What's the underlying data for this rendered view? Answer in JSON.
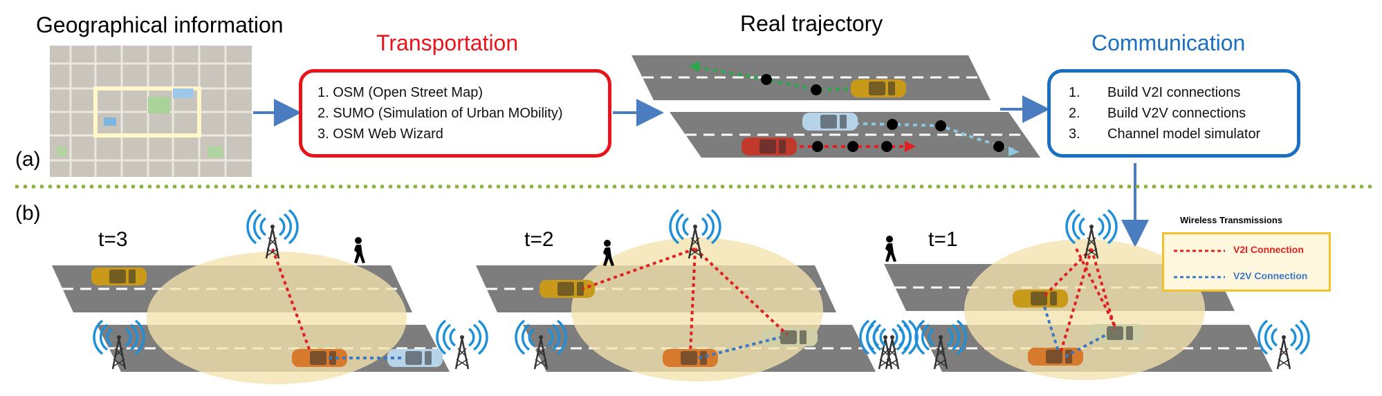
{
  "panel_a": {
    "label": "(a)",
    "geo_title": "Geographical information",
    "transportation": {
      "title": "Transportation",
      "items": [
        "1. OSM (Open Street Map)",
        "2. SUMO (Simulation of Urban MObility)",
        "3. OSM Web Wizard"
      ]
    },
    "trajectory_title": "Real trajectory",
    "communication": {
      "title": "Communication",
      "items": [
        {
          "num": "1.",
          "text": "Build V2I  connections"
        },
        {
          "num": "2.",
          "text": "Build V2V connections"
        },
        {
          "num": "3.",
          "text": "Channel model simulator"
        }
      ]
    }
  },
  "panel_b": {
    "label": "(b)",
    "scenes": [
      {
        "time": "t=3"
      },
      {
        "time": "t=2"
      },
      {
        "time": "t=1"
      }
    ],
    "legend": {
      "title": "Wireless Transmissions",
      "v2i": "V2I Connection",
      "v2v": "V2V Connection"
    }
  },
  "colors": {
    "transportation": "#e8141b",
    "communication": "#1a6fc0",
    "v2i": "#e02020",
    "v2v": "#3a78c4",
    "road": "#7d7d7d",
    "coverage": "#f5e3ad",
    "separator": "#8ab43a",
    "arrow": "#4a7cc0"
  }
}
